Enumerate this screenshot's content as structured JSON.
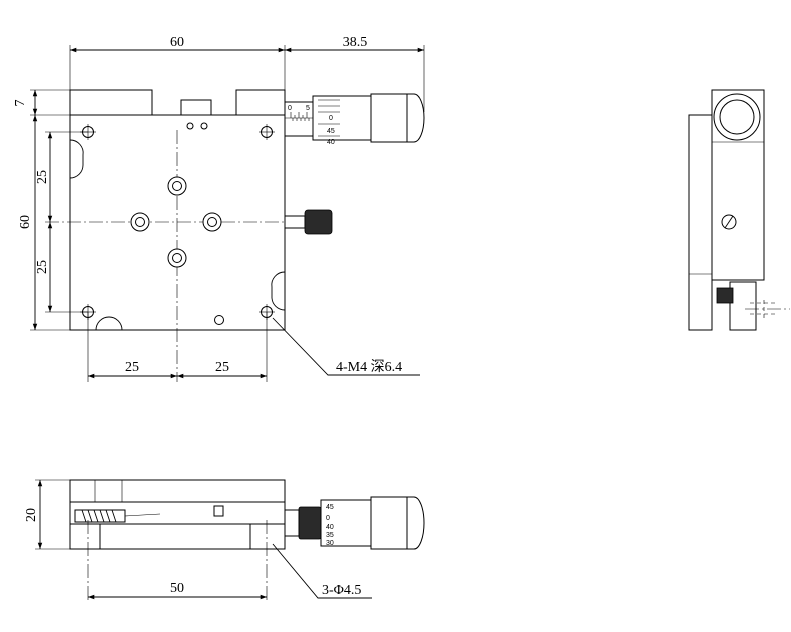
{
  "dimensions": {
    "top_width": "60",
    "micrometer_length": "38.5",
    "left_offset": "7",
    "left_total": "60",
    "left_upper": "25",
    "left_lower": "25",
    "bottom_left": "25",
    "bottom_right": "25",
    "front_height": "20",
    "front_pitch": "50"
  },
  "callouts": {
    "tapped_holes": "4-M4 深6.4",
    "mount_holes": "3-Φ4.5"
  },
  "micrometer_scale": {
    "top_view": [
      "0",
      "5",
      "0",
      "45",
      "40"
    ],
    "front_view": [
      "45",
      "0",
      "40",
      "35",
      "30"
    ]
  }
}
